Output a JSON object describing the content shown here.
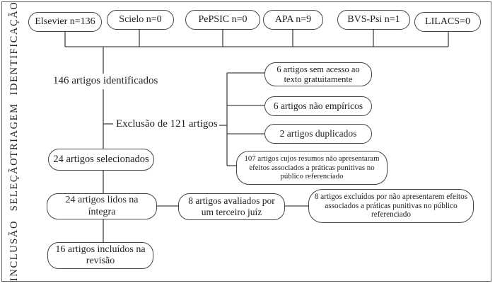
{
  "stages": {
    "identificacao": "IDENTIFICAÇÃO",
    "triagem": "TRIAGEM",
    "selecao": "SELEÇÃO",
    "inclusao": "INCLUSÃO"
  },
  "sources": [
    "Elsevier n=136",
    "Scielo n=0",
    "PePSIC n=0",
    "APA n=9",
    "BVS-Psi n=1",
    "LILACS=0"
  ],
  "identified": "146 artigos identificados",
  "exclusion": "Exclusão de 121 artigos",
  "exclusion_reasons": [
    "6 artigos sem acesso ao texto gratuitamente",
    "6 artigos não empíricos",
    "2 artigos duplicados",
    "107 artigos cujos resumos não apresentaram efeitos associados a práticas punitivas no público referenciado"
  ],
  "selected": "24 artigos selecionados",
  "full_read": "24 artigos lidos na íntegra",
  "third_judge": "8 artigos avaliados por um terceiro juíz",
  "excluded_third": "8 artigos excluídos por não apresentarem efeitos associados a práticas punitivas no público referenciado",
  "included": "16 artigos incluídos na revisão"
}
